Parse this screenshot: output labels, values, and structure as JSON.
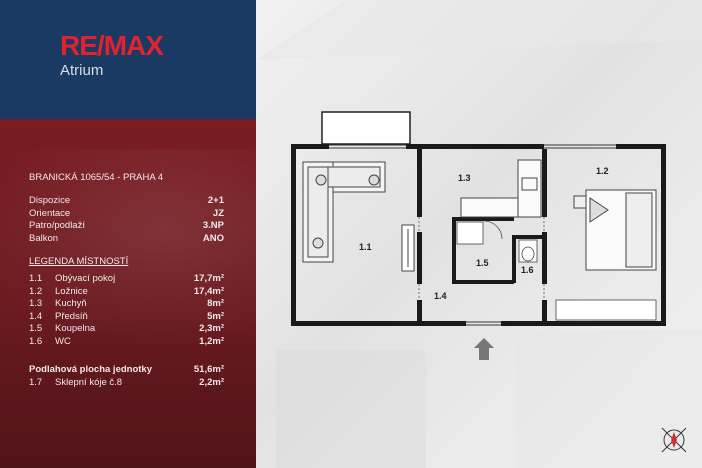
{
  "brand": {
    "logo_part1": "RE",
    "logo_slash": "/",
    "logo_part2": "MAX",
    "sub": "Atrium"
  },
  "address": "BRANICKÁ 1065/54 - PRAHA 4",
  "info": [
    {
      "label": "Dispozice",
      "value": "2+1"
    },
    {
      "label": "Orientace",
      "value": "JZ"
    },
    {
      "label": "Patro/podlaží",
      "value": "3.NP"
    },
    {
      "label": "Balkon",
      "value": "ANO"
    }
  ],
  "legend_title": "LEGENDA MÍSTNOSTÍ",
  "rooms": [
    {
      "num": "1.1",
      "name": "Obývací pokoj",
      "area": "17,7m²"
    },
    {
      "num": "1.2",
      "name": "Ložnice",
      "area": "17,4m²"
    },
    {
      "num": "1.3",
      "name": "Kuchyň",
      "area": "8m²"
    },
    {
      "num": "1.4",
      "name": "Předsíň",
      "area": "5m²"
    },
    {
      "num": "1.5",
      "name": "Koupelna",
      "area": "2,3m²"
    },
    {
      "num": "1.6",
      "name": "WC",
      "area": "1,2m²"
    }
  ],
  "total": {
    "label": "Podlahová plocha jednotky",
    "value": "51,6m²"
  },
  "cellar": {
    "num": "1.7",
    "name": "Sklepní kóje č.8",
    "value": "2,2m²"
  },
  "plan_labels": {
    "r11": "1.1",
    "r12": "1.2",
    "r13": "1.3",
    "r14": "1.4",
    "r15": "1.5",
    "r16": "1.6"
  },
  "colors": {
    "navy": "#1b3a63",
    "red": "#7a1c22",
    "logo_red": "#e0232e"
  }
}
